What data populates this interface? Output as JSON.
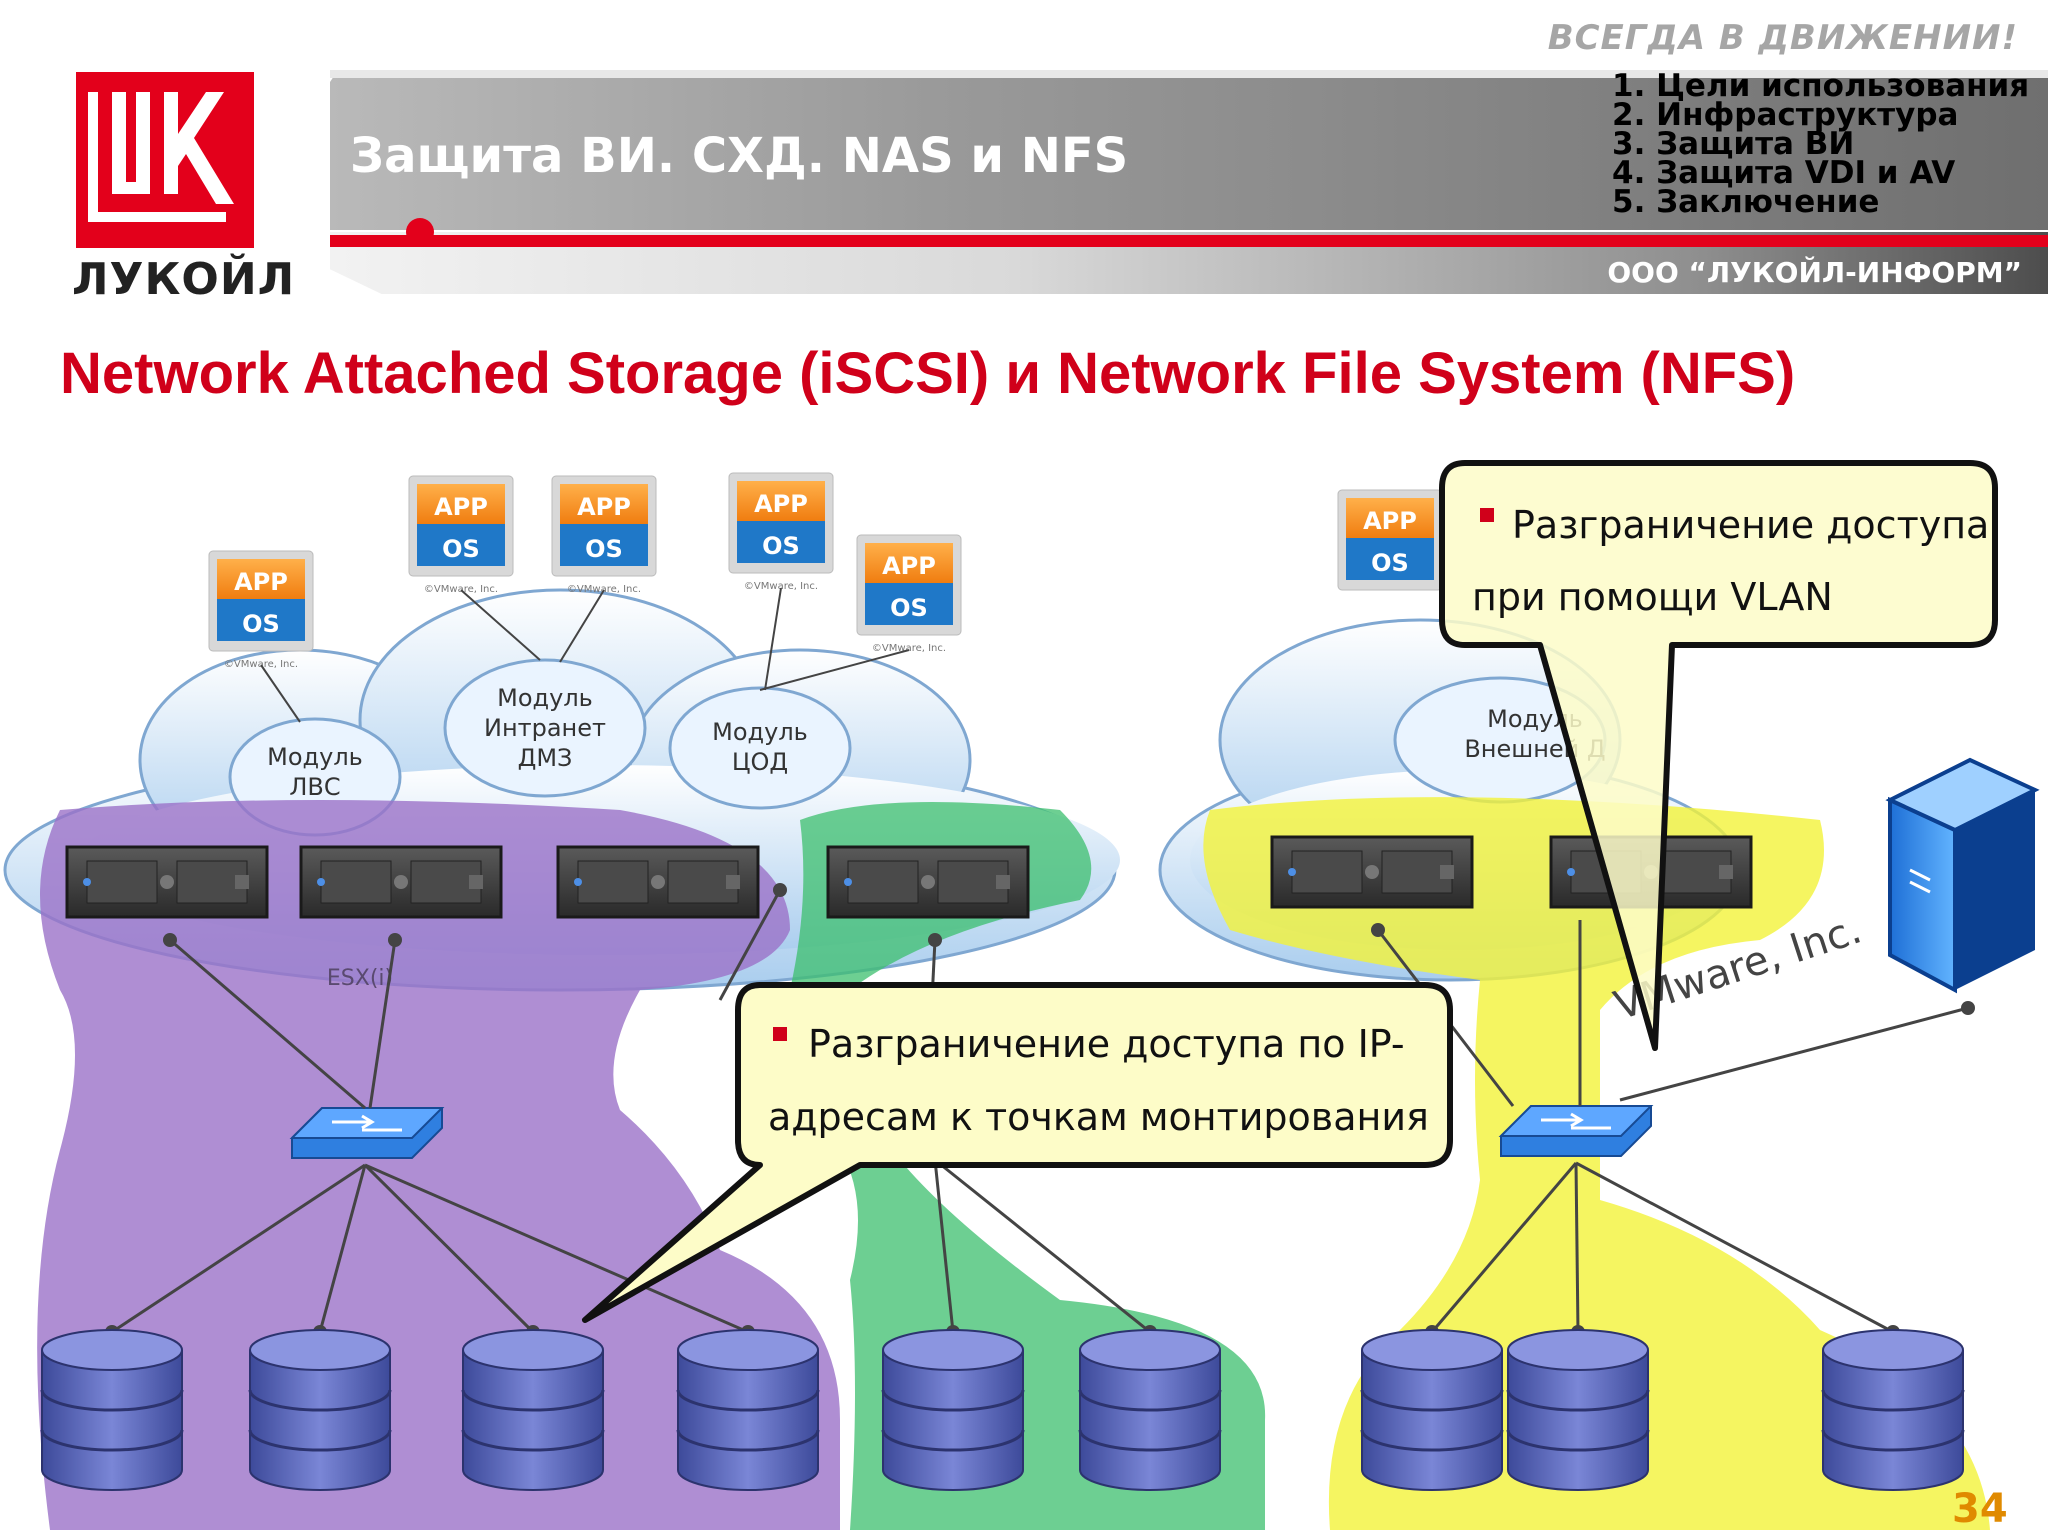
{
  "header": {
    "slogan": "ВСЕГДА В ДВИЖЕНИИ!",
    "title": "Защита ВИ. СХД. NAS и NFS",
    "toc": [
      "1. Цели использования",
      "2. Инфраструктура",
      "3. Защита ВИ",
      "4. Защита VDI и AV",
      "5. Заключение"
    ],
    "company": "ООО “ЛУКОЙЛ-ИНФОРМ”",
    "logo_name": "ЛУКОЙЛ"
  },
  "main_title": "Network Attached Storage (iSCSI) и Network File System (NFS)",
  "diagram": {
    "vm_app": "APP",
    "vm_os": "OS",
    "copyright": "©VMware, Inc.",
    "cloud_modules_left": [
      {
        "line1": "Модуль",
        "line2": "ЛВС"
      },
      {
        "line1": "Модуль",
        "line2": "Интранет",
        "line3": "ДМЗ"
      },
      {
        "line1": "Модуль",
        "line2": "ЦОД"
      }
    ],
    "cloud_module_right": {
      "line1": "Модуль",
      "line2": "Внешней Д"
    },
    "esx_label": "ESX(i)",
    "vmware_logo": "VMware, Inc."
  },
  "callouts": {
    "ip": {
      "line1": "Разграничение доступа по IP-",
      "line2": "адресам к точкам монтирования"
    },
    "vlan": {
      "line1": "Разграничение доступа",
      "line2": "при помощи VLAN"
    }
  },
  "colors": {
    "brand_red": "#e3001b",
    "purple_zone": "#9b72c8",
    "green_zone": "#3cbf6e",
    "yellow_zone": "#f2f23a",
    "callout_fill": "#fdfcc8"
  },
  "page_number": "34"
}
